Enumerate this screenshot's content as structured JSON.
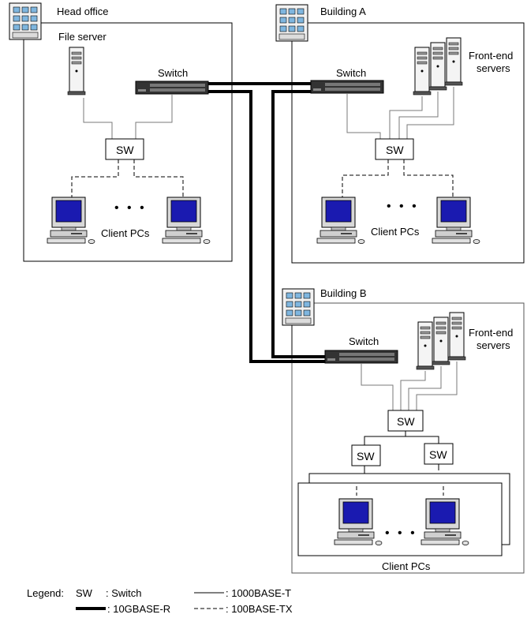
{
  "sites": {
    "head_office": {
      "title": "Head office",
      "file_server_label": "File server",
      "switch_label": "Switch",
      "sw_label": "SW",
      "clients_label": "Client PCs",
      "ellipsis": "• • •"
    },
    "building_a": {
      "title": "Building A",
      "switch_label": "Switch",
      "servers_label_1": "Front-end",
      "servers_label_2": "servers",
      "sw_label": "SW",
      "clients_label": "Client PCs",
      "ellipsis": "• • •"
    },
    "building_b": {
      "title": "Building B",
      "switch_label": "Switch",
      "servers_label_1": "Front-end",
      "servers_label_2": "servers",
      "sw_label": "SW",
      "sw_left_label": "SW",
      "sw_right_label": "SW",
      "clients_label": "Client PCs",
      "ellipsis": "• • •"
    }
  },
  "legend": {
    "title": "Legend:",
    "sw_key": "SW",
    "sw_desc": ": Switch",
    "thin_desc": ": 1000BASE-T",
    "thick_desc": ": 10GBASE-R",
    "dashed_desc": ": 100BASE-TX"
  }
}
